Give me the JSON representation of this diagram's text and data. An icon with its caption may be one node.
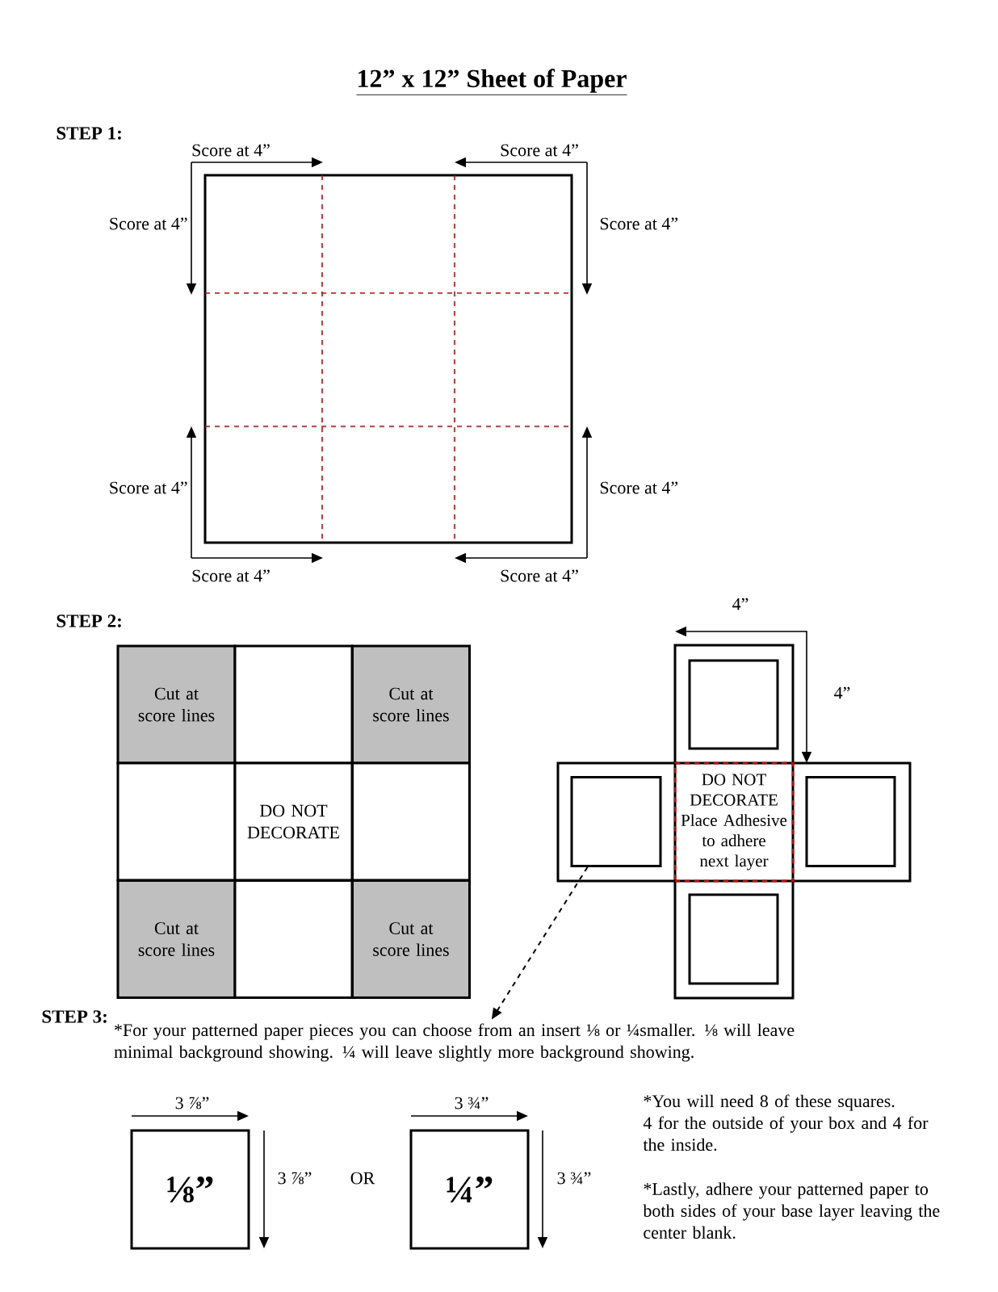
{
  "diagram": {
    "title": "12” x 12” Sheet of Paper",
    "nodes": [
      {
        "text": [
          "Cut at score lines"
        ]
      },
      {
        "text": [],
        "shape": "box"
      },
      {
        "text": [
          "Cut at score lines"
        ]
      },
      {
        "text": [],
        "shape": "box"
      },
      {
        "text": [
          "DO NOT DECORATE"
        ]
      },
      {
        "text": [],
        "shape": "box"
      },
      {
        "text": [
          "Cut at score lines"
        ]
      },
      {
        "text": [],
        "shape": "box"
      },
      {
        "text": [
          "Cut at score lines"
        ]
      },
      {
        "text": [],
        "shape": "box"
      },
      {
        "text": [],
        "shape": "box"
      },
      {
        "text": [
          "DO NOT DECORATE",
          "Place Adhesive to adhere next layer"
        ]
      },
      {
        "text": [],
        "shape": "box"
      },
      {
        "text": [],
        "shape": "box"
      },
      {
        "text": [
          "*For your patterned paper pieces you can choose from an insert ⅛ or ¼smaller. ⅛ will leave minimal background showing. ¼ will leave slightly more background showing."
        ]
      },
      {
        "text": [
          "⅛”"
        ]
      },
      {
        "text": [
          "¼”"
        ]
      }
    ],
    "edges": [
      {
        "from": 10,
        "to": 14,
        "arrow": "to",
        "style": "dashed"
      }
    ],
    "labels": [
      "STEP 1:",
      "Score at 4”",
      "Score at 4”",
      "Score at 4”",
      "Score at 4”",
      "Score at 4”",
      "Score at 4”",
      "Score at 4”",
      "Score at 4”",
      "STEP 2:",
      "4”",
      "4”",
      "STEP 3:",
      "3 ⅞”",
      "3 ⅞”",
      "OR",
      "3 ¾”",
      "3 ¾”",
      "*You will need 8 of these squares.",
      "4 for the outside of your box and 4 for the inside.",
      "*Lastly, adhere your patterned paper to both sides of your base layer leaving the center blank."
    ]
  }
}
